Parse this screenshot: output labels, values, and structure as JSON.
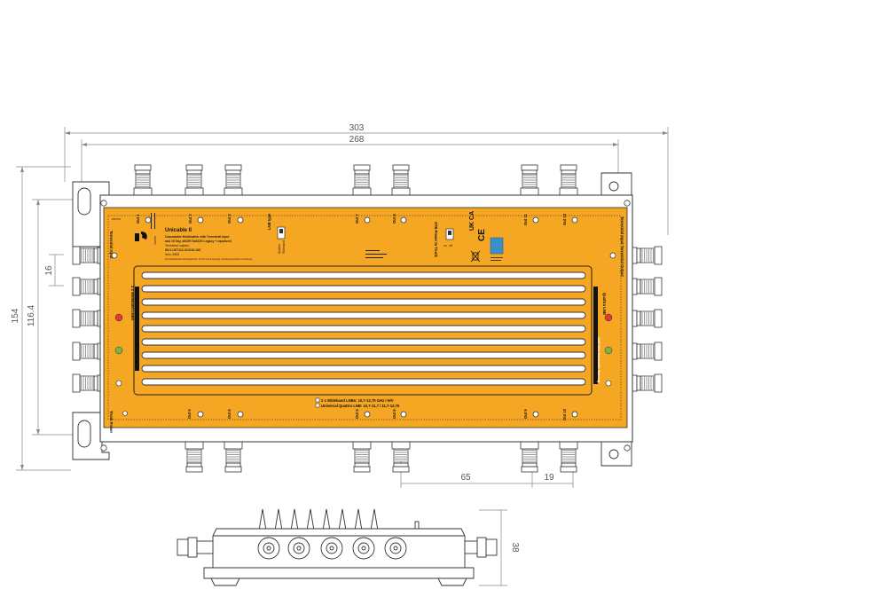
{
  "dimensions": {
    "overall_width": "303",
    "inner_width": "268",
    "overall_height": "154",
    "inner_height": "116.4",
    "port_pitch_small": "16",
    "port_pitch_65": "65",
    "port_pitch_19": "19",
    "side_height": "38"
  },
  "product": {
    "brand": "inverto",
    "model": "Unicable II",
    "description_1": "Cascadable Multiswitch with Terrestrial Input",
    "description_2": "and 16 Sky. dSCR/ SaSCR/ Legacy + equalized",
    "description_3": "Terrestrial outputs",
    "part_no": "IDLY-UST112-CUO16-16S",
    "ean": "Item: 6555",
    "fine_print": "Fit schwartz/black Technik/grid 4/2, 174 bis to 4-3-Leistung / Anordnung & Kabel / Anordnung",
    "serial": "RPFX4S"
  },
  "ports": {
    "top": [
      "Out 1",
      "Out 3",
      "Out 4",
      "Out 7",
      "Out 8",
      "Out 11",
      "Out 12"
    ],
    "bottom": [
      "Out 5",
      "Out 6",
      "Out 5",
      "Out 6",
      "Out 9",
      "Out 10"
    ],
    "left_top": "Terrestrial Input",
    "right_top": "Terrestrial Input Terrestrial Output",
    "trunk_power": "Trunk Power",
    "lnb_type_title": "LNB type",
    "lnb_type_options": [
      "Quattro",
      "Wideband"
    ],
    "stb_power_title": "STB Power to Trunk",
    "stb_power_options": [
      "on",
      "off"
    ]
  },
  "labels": {
    "wideband_lnb": "2 x Wideband LNBs: 10,7-12,75 GHz / H/V",
    "universal_lnb": "Universal Quattro LNB: 10,7-11,7 / 11,7-12,75",
    "wideband_left": "2 x Wideband LNBs",
    "quattro_right": "Quattro LNB",
    "side_text": "1200 MHz Bandwidth Warning",
    "cert": "UK CA",
    "ce": "CE"
  },
  "colors": {
    "housing": "#f5a623",
    "outline": "#2a2a2a",
    "dim_line": "#888888",
    "cert_badge": "#3a8fc8"
  }
}
